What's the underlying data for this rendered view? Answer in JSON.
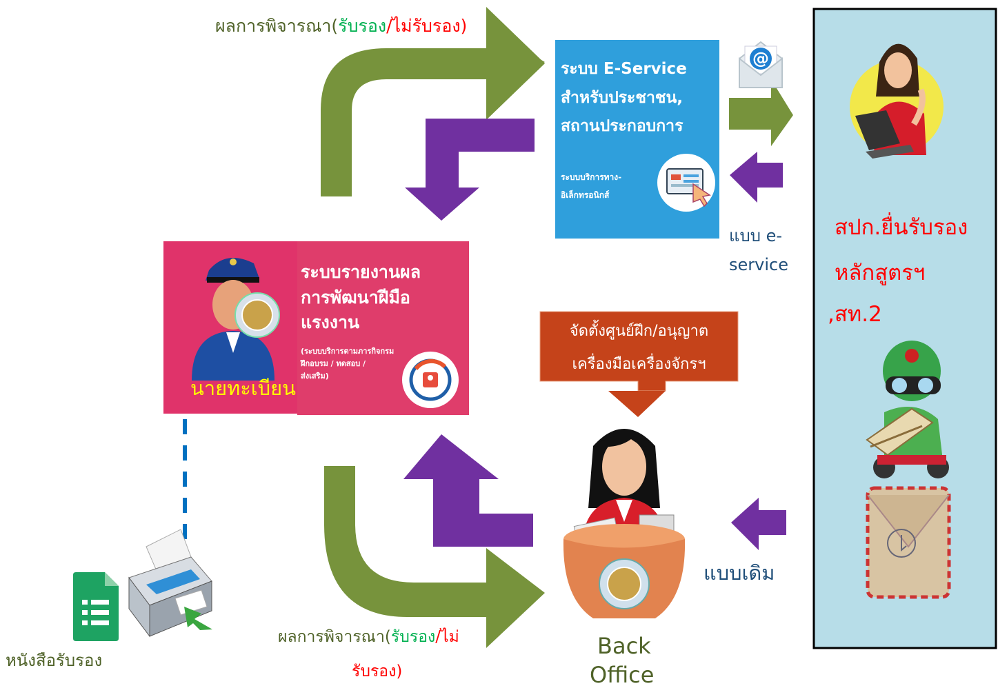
{
  "top_result": {
    "prefix": "ผลการพิจารณา(",
    "approve": "รับรอง",
    "slash": "/",
    "reject": "ไม่รับรอง",
    "suffix": ")"
  },
  "bottom_result": {
    "prefix": "ผลการพิจารณา(",
    "approve": "รับรอง",
    "slash": "/",
    "reject": "ไม่",
    "line2": "รับรอง)"
  },
  "eservice_card": {
    "line1": "ระบบ E-Service",
    "line2": "สำหรับประชาชน,",
    "line3": "สถานประกอบการ",
    "sub1": "ระบบบริการทาง-",
    "sub2": "อิเล็กทรอนิกส์"
  },
  "eservice_label": {
    "line1": "แบบ e-",
    "line2": "service"
  },
  "report_card": {
    "line1": "ระบบรายงานผล",
    "line2": "การพัฒนาฝีมือ",
    "line3": "แรงงาน",
    "sub1": "(ระบบบริการตามภารกิจกรม",
    "sub2": "ฝึกอบรม / ทดสอบ /",
    "sub3": "ส่งเสริม)"
  },
  "registrar_label": "นายทะเบียน",
  "callout": {
    "line1": "จัดตั้งศูนย์ฝึก/อนุญาต",
    "line2": "เครื่องมือเครื่องจักรฯ"
  },
  "back_office": {
    "line1": "Back",
    "line2": "Office"
  },
  "legacy_label": "แบบเดิม",
  "certificate_label": "หนังสือรับรอง",
  "applicant_panel": {
    "line1": "สปก.ยื่นรับรอง",
    "line2": "หลักสูตรฯ",
    "line3": ",สท.2"
  },
  "colors": {
    "green_arrow": "#77933c",
    "purple_arrow": "#7030a0",
    "approve": "#00b050",
    "reject": "#ff0000",
    "panel_bg": "#b7dde8",
    "callout_bg": "#c5431a",
    "report_bg": "#e0336a",
    "eservice_bg": "#2f9fdc"
  },
  "icons": [
    "email-icon",
    "laptop-woman-icon",
    "courier-icon",
    "envelope-icon",
    "officer-icon",
    "back-office-woman-icon",
    "printer-icon",
    "document-icon"
  ]
}
